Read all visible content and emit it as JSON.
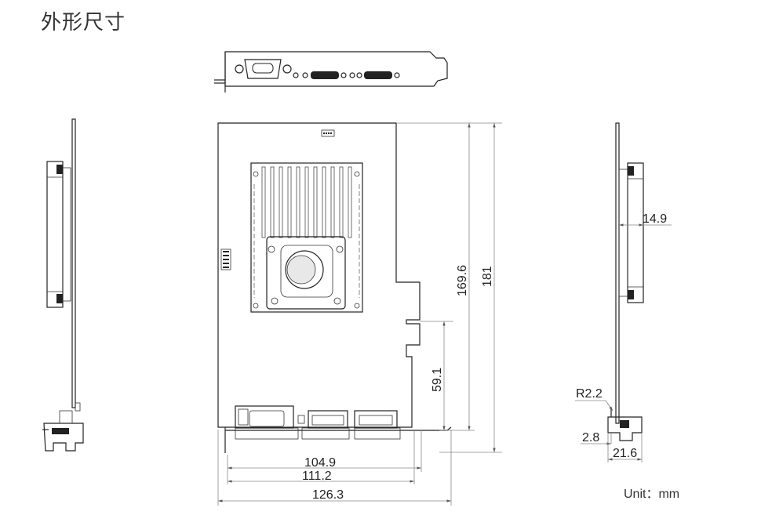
{
  "title": "外形尺寸",
  "unit_label": "Unit：mm",
  "dimensions": {
    "d104_9": "104.9",
    "d111_2": "111.2",
    "d126_3": "126.3",
    "d169_6": "169.6",
    "d181": "181",
    "d59_1": "59.1",
    "d14_9": "14.9",
    "r2_2": "R2.2",
    "d2_8": "2.8",
    "d21_6": "21.6"
  }
}
